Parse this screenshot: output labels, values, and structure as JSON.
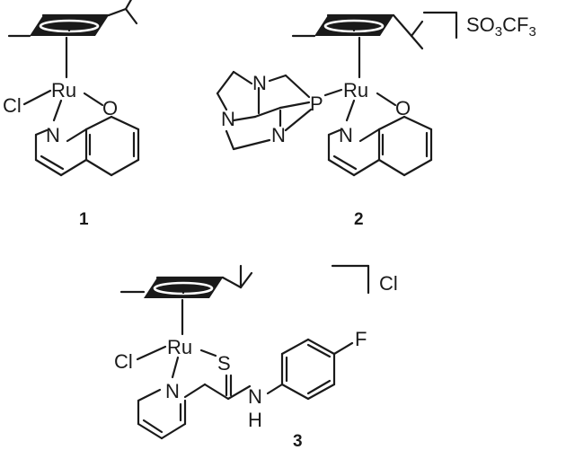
{
  "figure": {
    "compounds": [
      {
        "label": "1",
        "atoms": {
          "metal": "Ru",
          "halide": "Cl",
          "oxygen": "O",
          "nitrogen": "N"
        }
      },
      {
        "label": "2",
        "atoms": {
          "metal": "Ru",
          "phosphorus": "P",
          "oxygen": "O",
          "nitrogen": "N",
          "cage_n1": "N",
          "cage_n2": "N",
          "cage_n3": "N"
        },
        "counterion": {
          "prefix": "SO",
          "sub1": "3",
          "mid": "CF",
          "sub2": "3"
        }
      },
      {
        "label": "3",
        "atoms": {
          "metal": "Ru",
          "halide": "Cl",
          "sulfur": "S",
          "nitrogen": "N",
          "amide_n": "N",
          "amide_h": "H",
          "fluorine": "F"
        },
        "counterion": {
          "text": "Cl"
        }
      }
    ]
  }
}
